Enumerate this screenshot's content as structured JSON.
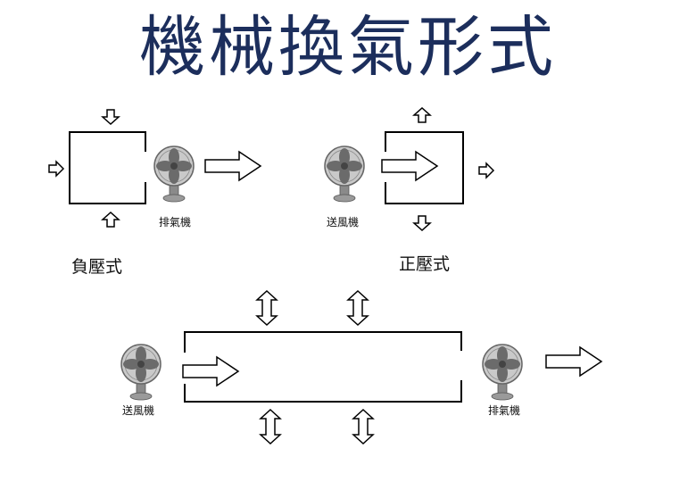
{
  "title": "機械換氣形式",
  "labels": {
    "negative_pressure": "負壓式",
    "positive_pressure": "正壓式",
    "exhaust_fan": "排氣機",
    "supply_fan": "送風機"
  }
}
